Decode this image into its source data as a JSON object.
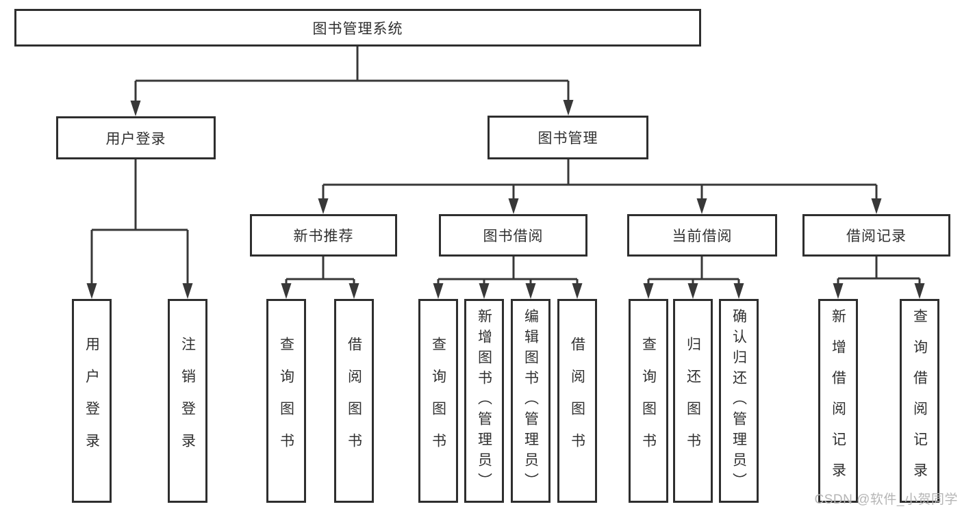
{
  "page": {
    "watermark": "CSDN @软件_小贺同学"
  },
  "tree": {
    "root": {
      "label": "图书管理系统"
    },
    "branches": [
      {
        "label": "用户登录",
        "children": [
          {
            "label": "用户登录"
          },
          {
            "label": "注销登录"
          }
        ]
      },
      {
        "label": "图书管理",
        "groups": [
          {
            "label": "新书推荐",
            "children": [
              {
                "label": "查询图书"
              },
              {
                "label": "借阅图书"
              }
            ]
          },
          {
            "label": "图书借阅",
            "children": [
              {
                "label": "查询图书"
              },
              {
                "label": "新增图书（管理员）"
              },
              {
                "label": "编辑图书（管理员）"
              },
              {
                "label": "借阅图书"
              }
            ]
          },
          {
            "label": "当前借阅",
            "children": [
              {
                "label": "查询图书"
              },
              {
                "label": "归还图书"
              },
              {
                "label": "确认归还（管理员）"
              }
            ]
          },
          {
            "label": "借阅记录",
            "children": [
              {
                "label": "新增借阅记录"
              },
              {
                "label": "查询借阅记录"
              }
            ]
          }
        ]
      }
    ]
  }
}
